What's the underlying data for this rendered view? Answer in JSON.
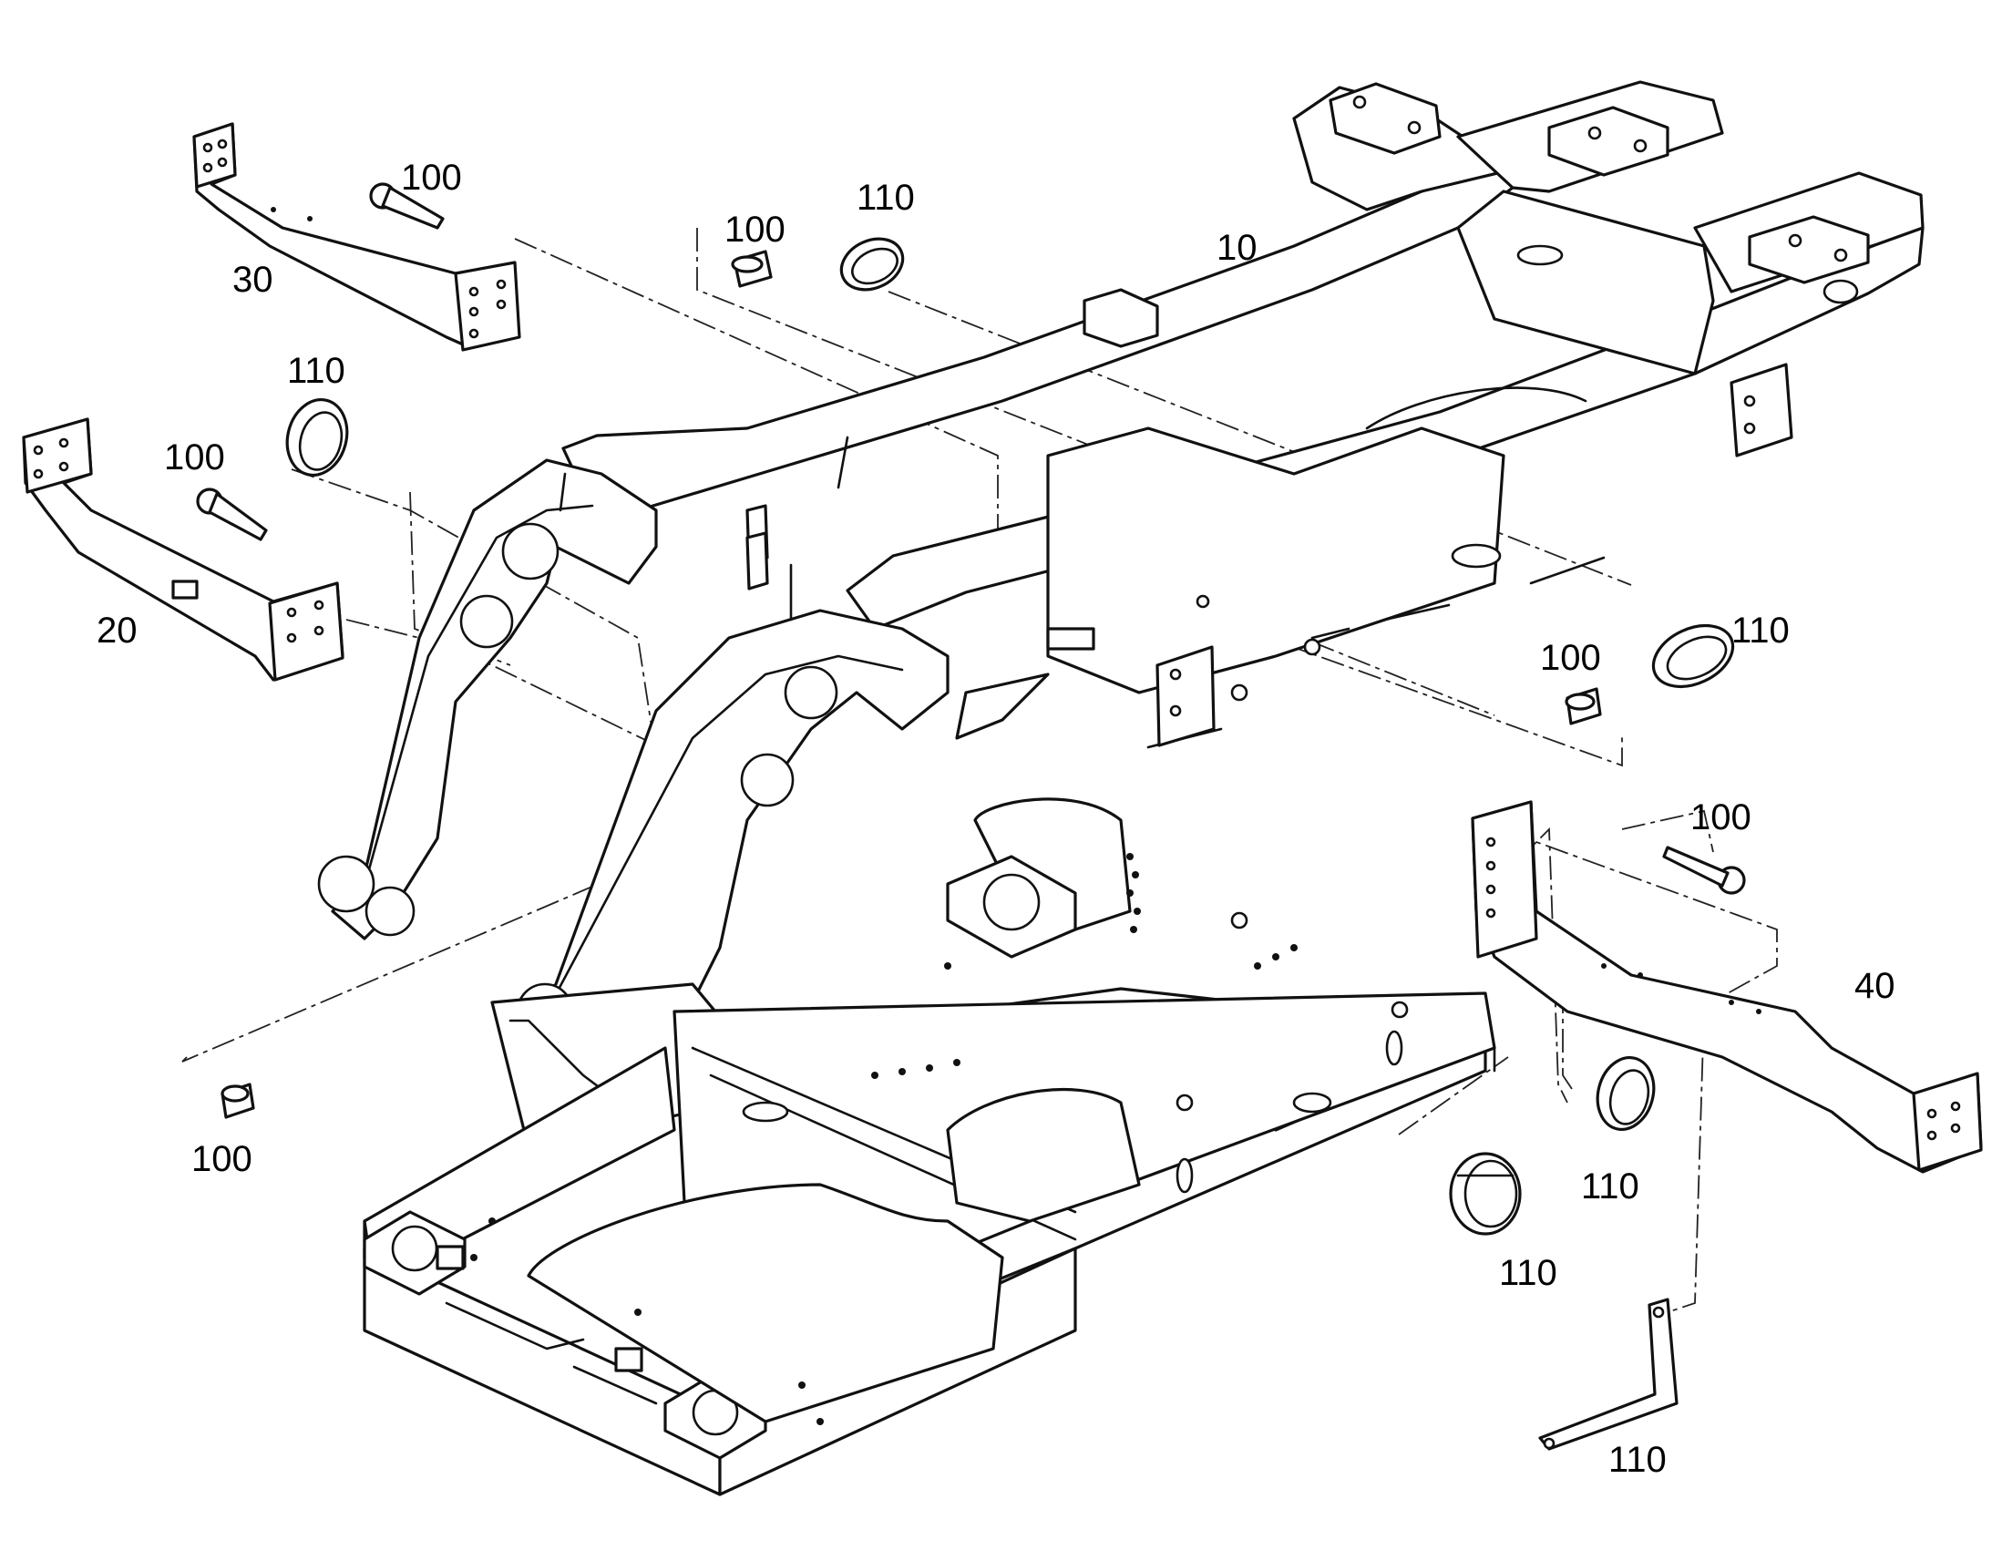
{
  "callouts": [
    {
      "key": "main_frame",
      "text": "10"
    },
    {
      "key": "front_crossmember_left",
      "text": "20"
    },
    {
      "key": "rear_crossmember_left",
      "text": "30"
    },
    {
      "key": "crossmember_right",
      "text": "40"
    },
    {
      "key": "bolt_30",
      "text": "100"
    },
    {
      "key": "bushing_top",
      "text": "100"
    },
    {
      "key": "bolt_20",
      "text": "100"
    },
    {
      "key": "bushing_right",
      "text": "100"
    },
    {
      "key": "bolt_40",
      "text": "100"
    },
    {
      "key": "bushing_bottom",
      "text": "100"
    },
    {
      "key": "grommet_top",
      "text": "110"
    },
    {
      "key": "grommet_left",
      "text": "110"
    },
    {
      "key": "grommet_right",
      "text": "110"
    },
    {
      "key": "grommet_lower_right",
      "text": "110"
    },
    {
      "key": "ring_lower",
      "text": "110"
    },
    {
      "key": "bracket_bottom",
      "text": "110"
    }
  ]
}
